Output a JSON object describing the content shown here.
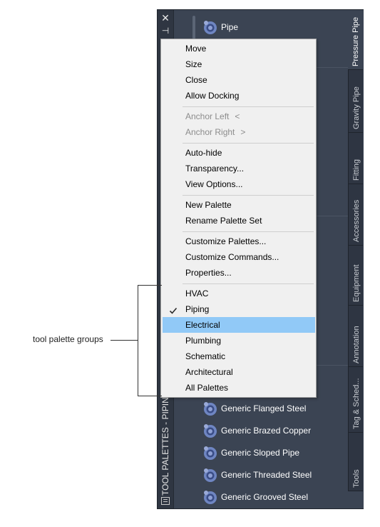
{
  "window": {
    "title": "TOOL PALETTES - PIPING",
    "close_glyph": "✕",
    "pin_glyph": "⊣"
  },
  "tools_top": [
    {
      "label": "Pipe",
      "icon": "pipe-tool-icon"
    }
  ],
  "tools_bottom": [
    {
      "label": "Generic Flanged Steel",
      "icon": "pipe-tool-icon"
    },
    {
      "label": "Generic Brazed Copper",
      "icon": "pipe-tool-icon"
    },
    {
      "label": "Generic Sloped Pipe",
      "icon": "pipe-tool-icon"
    },
    {
      "label": "Generic Threaded Steel",
      "icon": "pipe-tool-icon"
    },
    {
      "label": "Generic Grooved Steel",
      "icon": "pipe-tool-icon"
    }
  ],
  "tabs": [
    {
      "label": "Pressure Pipe",
      "active": true
    },
    {
      "label": "Gravity Pipe",
      "active": false
    },
    {
      "label": "Fitting",
      "active": false
    },
    {
      "label": "Accessories",
      "active": false
    },
    {
      "label": "Equipment",
      "active": false
    },
    {
      "label": "Annotation",
      "active": false
    },
    {
      "label": "Tag & Sched...",
      "active": false
    },
    {
      "label": "Tools",
      "active": false
    }
  ],
  "menu": {
    "move": "Move",
    "size": "Size",
    "close": "Close",
    "allow_docking": "Allow Docking",
    "anchor_left": "Anchor Left",
    "anchor_left_arrow": "<",
    "anchor_right": "Anchor Right",
    "anchor_right_arrow": ">",
    "auto_hide": "Auto-hide",
    "transparency": "Transparency...",
    "view_options": "View Options...",
    "new_palette": "New Palette",
    "rename_palette_set": "Rename Palette Set",
    "customize_palettes": "Customize Palettes...",
    "customize_commands": "Customize Commands...",
    "properties": "Properties...",
    "groups": [
      {
        "label": "HVAC",
        "checked": false,
        "highlighted": false
      },
      {
        "label": "Piping",
        "checked": true,
        "highlighted": false
      },
      {
        "label": "Electrical",
        "checked": false,
        "highlighted": true
      },
      {
        "label": "Plumbing",
        "checked": false,
        "highlighted": false
      },
      {
        "label": "Schematic",
        "checked": false,
        "highlighted": false
      },
      {
        "label": "Architectural",
        "checked": false,
        "highlighted": false
      },
      {
        "label": "All Palettes",
        "checked": false,
        "highlighted": false
      }
    ]
  },
  "callout": {
    "label": "tool palette groups"
  },
  "colors": {
    "palette_bg": "#3b4453",
    "menu_bg": "#f0f0f0",
    "highlight": "#91c9f7",
    "icon_blue": "#6f86c2"
  }
}
